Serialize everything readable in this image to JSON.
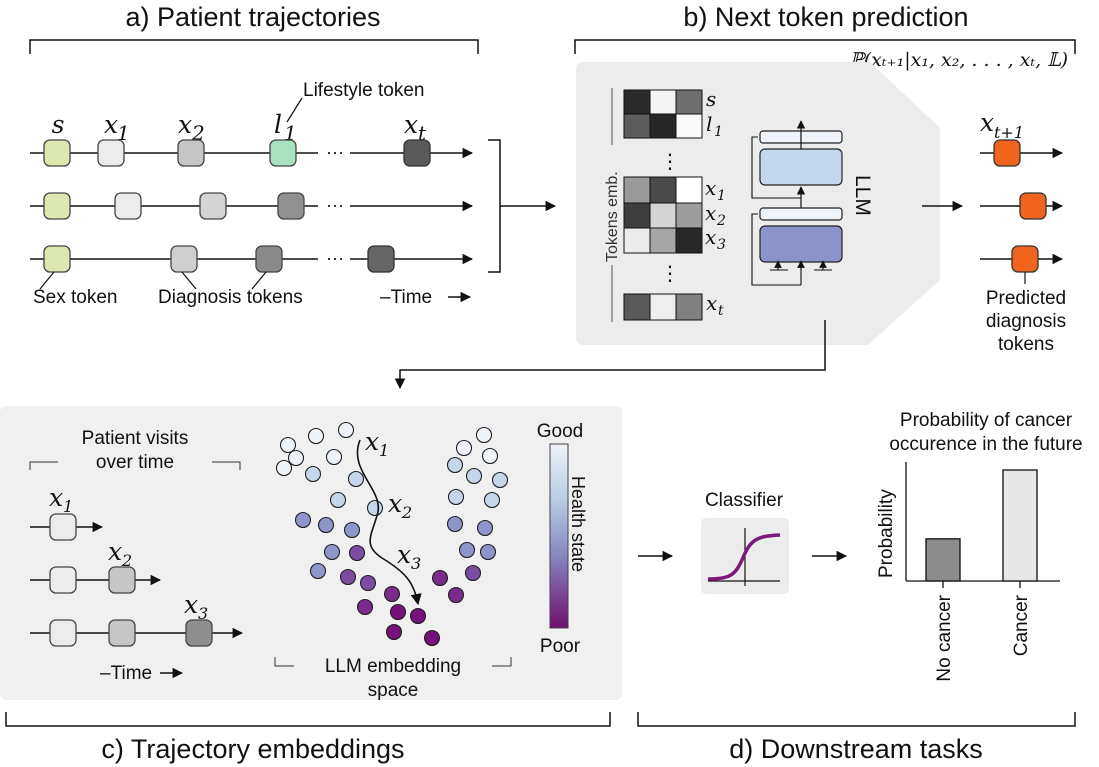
{
  "panels": {
    "a": "a) Patient trajectories",
    "b": "b) Next token prediction",
    "c": "c) Trajectory embeddings",
    "d": "d) Downstream tasks"
  },
  "panel_a": {
    "token_s": "s",
    "token_x1": "x",
    "token_x1_sub": "1",
    "token_x2": "x",
    "token_x2_sub": "2",
    "token_l1": "l",
    "token_l1_sub": "1",
    "token_xt": "x",
    "token_xt_sub": "t",
    "ellipsis": "···",
    "lifestyle_label": "Lifestyle token",
    "sex_label": "Sex token",
    "diagnosis_label": "Diagnosis tokens",
    "time_label": "–Time"
  },
  "panel_b": {
    "formula": "ℙ(xₜ₊₁|x₁, x₂, . . . , xₜ, 𝕃)",
    "tokens_emb_label": "Tokens emb.",
    "row_s": "s",
    "row_l1": "l",
    "row_l1_sub": "1",
    "row_x1": "x",
    "row_x1_sub": "1",
    "row_x2": "x",
    "row_x2_sub": "2",
    "row_x3": "x",
    "row_x3_sub": "3",
    "row_xt": "x",
    "row_xt_sub": "t",
    "llm_label": "LLM",
    "pred_token": "x",
    "pred_token_sub": "t+1",
    "predicted_label": [
      "Predicted",
      "diagnosis",
      "tokens"
    ]
  },
  "panel_c": {
    "visits_label": [
      "Patient visits",
      "over time"
    ],
    "v_x1": "x",
    "v_x1_sub": "1",
    "v_x2": "x",
    "v_x2_sub": "2",
    "v_x3": "x",
    "v_x3_sub": "3",
    "time_label": "–Time",
    "emb_x1": "x",
    "emb_x1_sub": "1",
    "emb_x2": "x",
    "emb_x2_sub": "2",
    "emb_x3": "x",
    "emb_x3_sub": "3",
    "space_label": [
      "LLM embedding",
      "space"
    ],
    "good_label": "Good",
    "poor_label": "Poor",
    "health_label": "Health state"
  },
  "panel_d": {
    "classifier_label": "Classifier",
    "chart_title": [
      "Probability of cancer",
      "occurence in the future"
    ],
    "ylabel": "Probability"
  },
  "chart_data": {
    "type": "bar",
    "title": "Probability of cancer occurence in the future",
    "xlabel": "",
    "ylabel": "Probability",
    "categories": [
      "No cancer",
      "Cancer"
    ],
    "values": [
      0.38,
      1.0
    ],
    "colors": [
      "#8c8c8c",
      "#e6e6e6"
    ]
  },
  "colors": {
    "sex_token": "#dde8b0",
    "lifestyle_token": "#a8e0c0",
    "predicted_token": "#f0641e",
    "panel_bg": "#f0f0f0",
    "good": "#dde8f2",
    "poor": "#7a1a7a",
    "sigmoid": "#7a1a7a"
  }
}
